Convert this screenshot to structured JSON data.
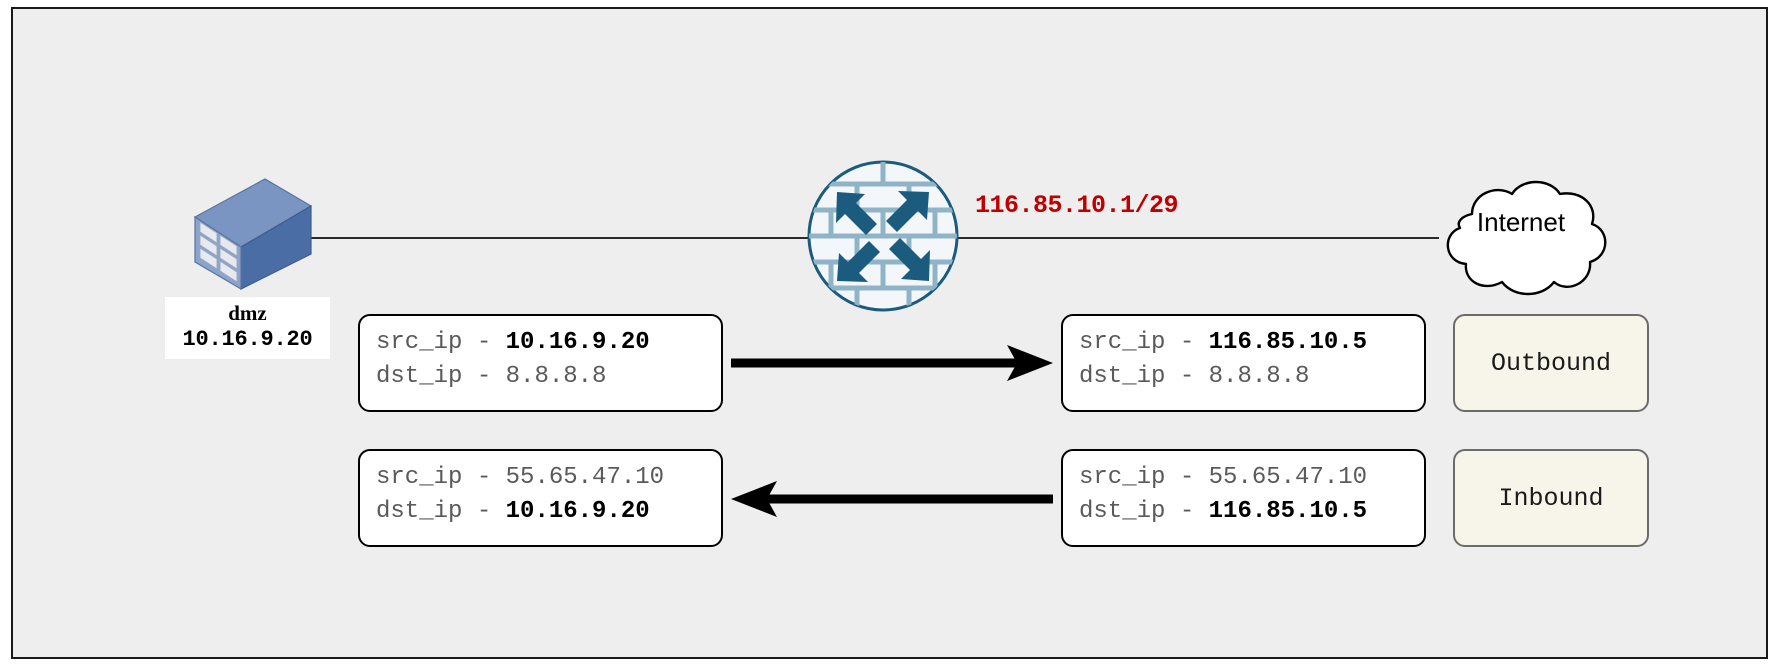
{
  "diagram": {
    "background_color": "#eeeeee",
    "border_color": "#1a1a1a",
    "accent_red": "#c00000",
    "firewall_color": "#1b5b7d",
    "server_color": "#7590bd",
    "badge_fill": "#f7f4e9"
  },
  "nodes": {
    "server": {
      "icon": "server-icon",
      "name": "dmz",
      "ip": "10.16.9.20"
    },
    "firewall": {
      "icon": "firewall-icon",
      "public_ip": "116.85.10.1/29"
    },
    "internet": {
      "icon": "cloud-icon",
      "label": "Internet"
    }
  },
  "packets": {
    "outbound_before": {
      "src_field": "src_ip",
      "src_sep": " - ",
      "src_value": "10.16.9.20",
      "src_highlight": true,
      "dst_field": "dst_ip",
      "dst_sep": " - ",
      "dst_value": "8.8.8.8",
      "dst_highlight": false
    },
    "outbound_after": {
      "src_field": "src_ip",
      "src_sep": " - ",
      "src_value": "116.85.10.5",
      "src_highlight": true,
      "dst_field": "dst_ip",
      "dst_sep": " - ",
      "dst_value": "8.8.8.8",
      "dst_highlight": false
    },
    "inbound_after": {
      "src_field": "src_ip",
      "src_sep": " - ",
      "src_value": "55.65.47.10",
      "src_highlight": false,
      "dst_field": "dst_ip",
      "dst_sep": " - ",
      "dst_value": "10.16.9.20",
      "dst_highlight": true
    },
    "inbound_before": {
      "src_field": "src_ip",
      "src_sep": " - ",
      "src_value": "55.65.47.10",
      "src_highlight": false,
      "dst_field": "dst_ip",
      "dst_sep": " - ",
      "dst_value": "116.85.10.5",
      "dst_highlight": true
    }
  },
  "badges": {
    "outbound": "Outbound",
    "inbound": "Inbound"
  },
  "arrows": {
    "outbound_direction": "right",
    "inbound_direction": "left"
  }
}
